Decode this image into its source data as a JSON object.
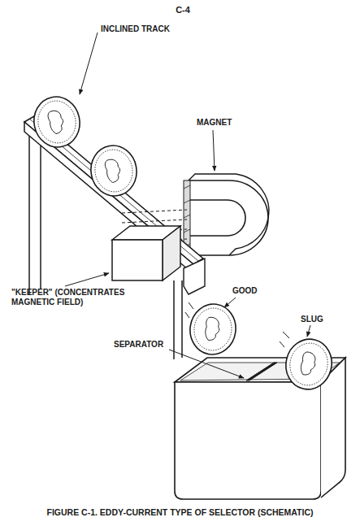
{
  "diagram": {
    "caption": "FIGURE C-1. EDDY-CURRENT TYPE OF SELECTOR (SCHEMATIC)",
    "labels": [
      "C-4",
      "INCLINED TRACK",
      "MAGNET",
      "\"KEEPER\" (CONCENTRATES MAGNETIC FIELD)",
      "GOOD",
      "SEPARATOR",
      "SLUG"
    ]
  }
}
